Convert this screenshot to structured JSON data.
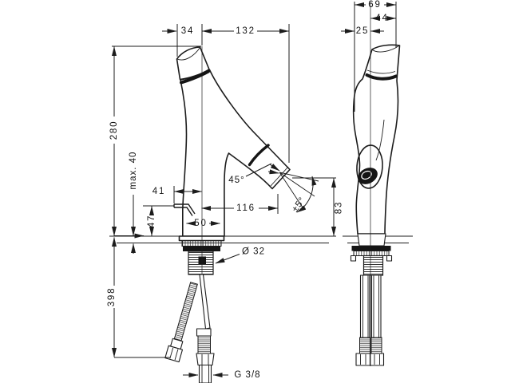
{
  "drawing": {
    "type": "faucet installation dimension drawing",
    "views": {
      "front": "front elevation with supply hoses",
      "side": "side elevation with supply hoses"
    },
    "line_color": "#1c1c1c",
    "background": "#ffffff",
    "dims": {
      "d34": "34",
      "d132": "132",
      "d69": "69",
      "d44": "44",
      "d25": "25",
      "d280": "280",
      "dmax40": "max. 40",
      "d41": "41",
      "d47": "47",
      "d50": "50",
      "d116": "116",
      "d45deg": "45°",
      "dpm5deg": "±5°",
      "d83": "83",
      "d398": "398",
      "dia32": "Ø 32",
      "g38": "G 3/8"
    }
  }
}
